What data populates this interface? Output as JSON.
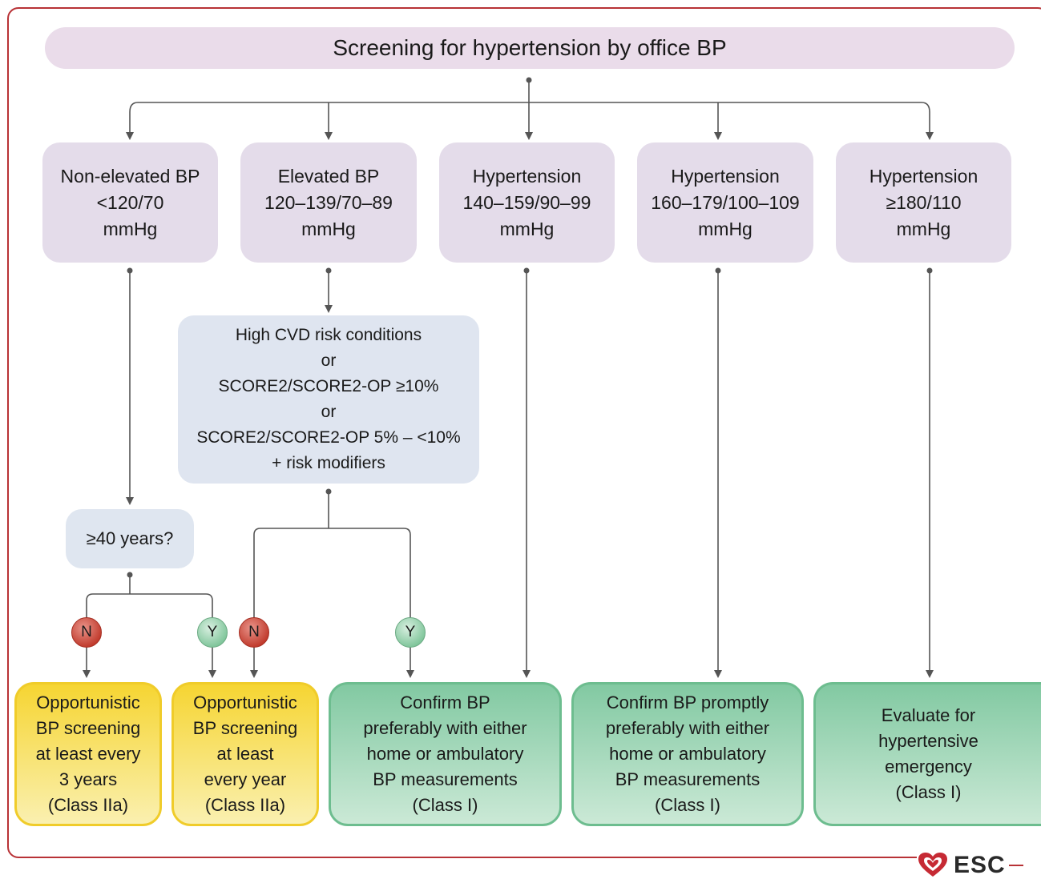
{
  "title": "Screening for hypertension by office BP",
  "categories": [
    {
      "label": "Non-elevated BP\n<120/70\nmmHg"
    },
    {
      "label": "Elevated BP\n120–139/70–89\nmmHg"
    },
    {
      "label": "Hypertension\n140–159/90–99\nmmHg"
    },
    {
      "label": "Hypertension\n160–179/100–109\nmmHg"
    },
    {
      "label": "Hypertension\n≥180/110\nmmHg"
    }
  ],
  "risk_box": "High CVD risk conditions\nor\nSCORE2/SCORE2-OP ≥10%\nor\nSCORE2/SCORE2-OP 5% – <10%\n+ risk modifiers",
  "age_question": "≥40 years?",
  "badges": {
    "no": "N",
    "yes": "Y"
  },
  "outcomes": [
    {
      "text": "Opportunistic\nBP screening\nat least every\n3 years\n(Class IIa)",
      "color": "yellow"
    },
    {
      "text": "Opportunistic\nBP screening\nat least\nevery year\n(Class IIa)",
      "color": "yellow"
    },
    {
      "text": "Confirm BP\npreferably with either\nhome or ambulatory\nBP measurements\n(Class I)",
      "color": "green"
    },
    {
      "text": "Confirm BP promptly\npreferably with either\nhome or ambulatory\nBP measurements\n(Class I)",
      "color": "green"
    },
    {
      "text": "Evaluate for\nhypertensive\nemergency\n(Class I)",
      "color": "green"
    }
  ],
  "logo": "ESC",
  "colors": {
    "border": "#b83236",
    "title_bg": "#eadcea",
    "category_bg": "#e4dcea",
    "risk_bg": "#dfe5f0",
    "yellow": "#f6d532",
    "green": "#82c9a2",
    "no_badge": "#c0392b",
    "yes_badge": "#7fc59a",
    "connector": "#555555"
  }
}
